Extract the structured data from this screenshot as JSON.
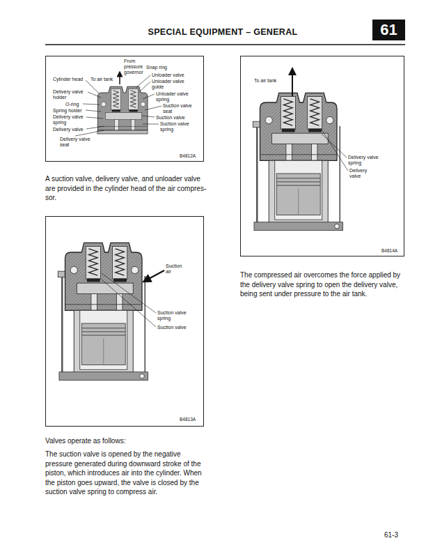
{
  "diagram": {
    "title": "SPECIAL EQUIPMENT – GENERAL",
    "nodes": [
      {
        "text": [
          "61"
        ]
      },
      {
        "text": [
          "From pressure governor",
          "Snap ring",
          "Cylinder head",
          "To air tank",
          "Unloader valve",
          "Unloader valve guide",
          "Delivery valve holder",
          "Unloader valve spring",
          "O-ring",
          "Suction valve seat",
          "Spring holder",
          "Suction valve",
          "Delivery valve spring",
          "Suction valve spring",
          "Delivery valve",
          "Delivery valve seat",
          "B4812A"
        ]
      },
      {
        "text": [
          "To air tank",
          "Delivery valve spring",
          "Delivery valve",
          "B4814A"
        ]
      },
      {
        "text": [
          "Suction air",
          "Suction valve spring",
          "Suction valve",
          "B4813A"
        ]
      }
    ],
    "labels": [
      "A suction valve, delivery valve, and unloader valve are provided in the cylinder head of the air compres- sor.",
      "The compressed air overcomes the force applied by the delivery valve spring to open the delivery valve, being sent under pressure to the air tank.",
      "Valves operate as follows:",
      "The suction valve is opened by the negative pressure generated during downward stroke of the piston, which introduces air into the cylinder. When the piston goes upward, the valve is closed by the suction valve spring to compress air.",
      "61-3"
    ]
  }
}
